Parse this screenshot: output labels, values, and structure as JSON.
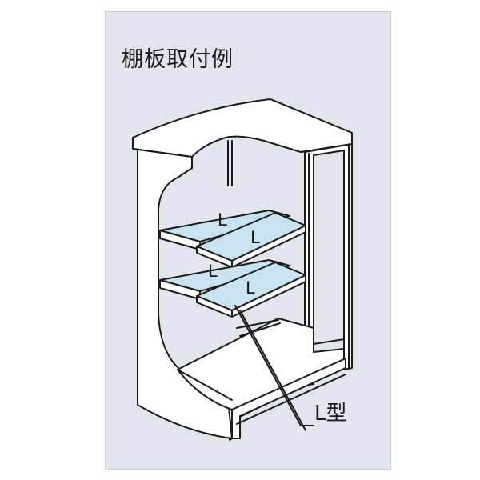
{
  "title": "棚板取付例",
  "shelf_labels": [
    "L",
    "L",
    "L",
    "L"
  ],
  "callout_label": "L型",
  "colors": {
    "panel_bg": "#e3e5ee",
    "cabinet_fill": "#ffffff",
    "outline": "#1a1a1a",
    "shelf_top": "#c8e3ef"
  }
}
